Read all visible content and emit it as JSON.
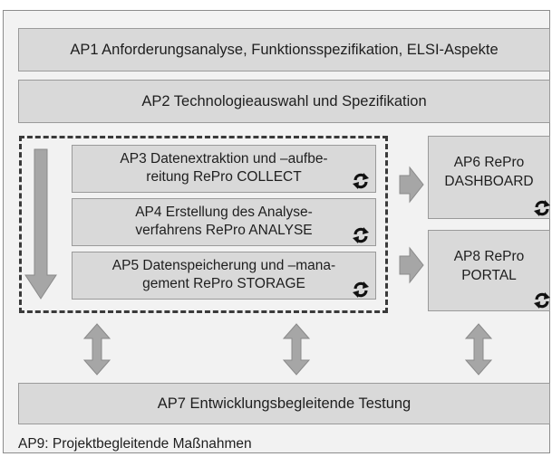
{
  "ap1": {
    "label": "AP1 Anforderungsanalyse, Funktionsspezifikation, ELSI-Aspekte"
  },
  "ap2": {
    "label": "AP2 Technologieauswahl und Spezifikation"
  },
  "ap3": {
    "line1": "AP3 Datenextraktion und –aufbe-",
    "line2": "reitung RePro COLLECT"
  },
  "ap4": {
    "line1": "AP4 Erstellung des Analyse-",
    "line2": "verfahrens RePro ANALYSE"
  },
  "ap5": {
    "line1": "AP5 Datenspeicherung und –mana-",
    "line2": "gement RePro STORAGE"
  },
  "ap6": {
    "line1": "AP6 RePro",
    "line2": "DASHBOARD"
  },
  "ap8": {
    "line1": "AP8 RePro",
    "line2": "PORTAL"
  },
  "ap7": {
    "label": "AP7 Entwicklungsbegleitende Testung"
  },
  "ap9": {
    "label": "AP9: Projektbegleitende Maßnahmen"
  },
  "icons": {
    "cycle": "refresh-cycle-icon",
    "arrow": "block-arrow"
  },
  "colors": {
    "box_fill": "#d9d9d9",
    "arrow_fill": "#a6a6a6",
    "dashed_border": "#3a3a3a"
  }
}
